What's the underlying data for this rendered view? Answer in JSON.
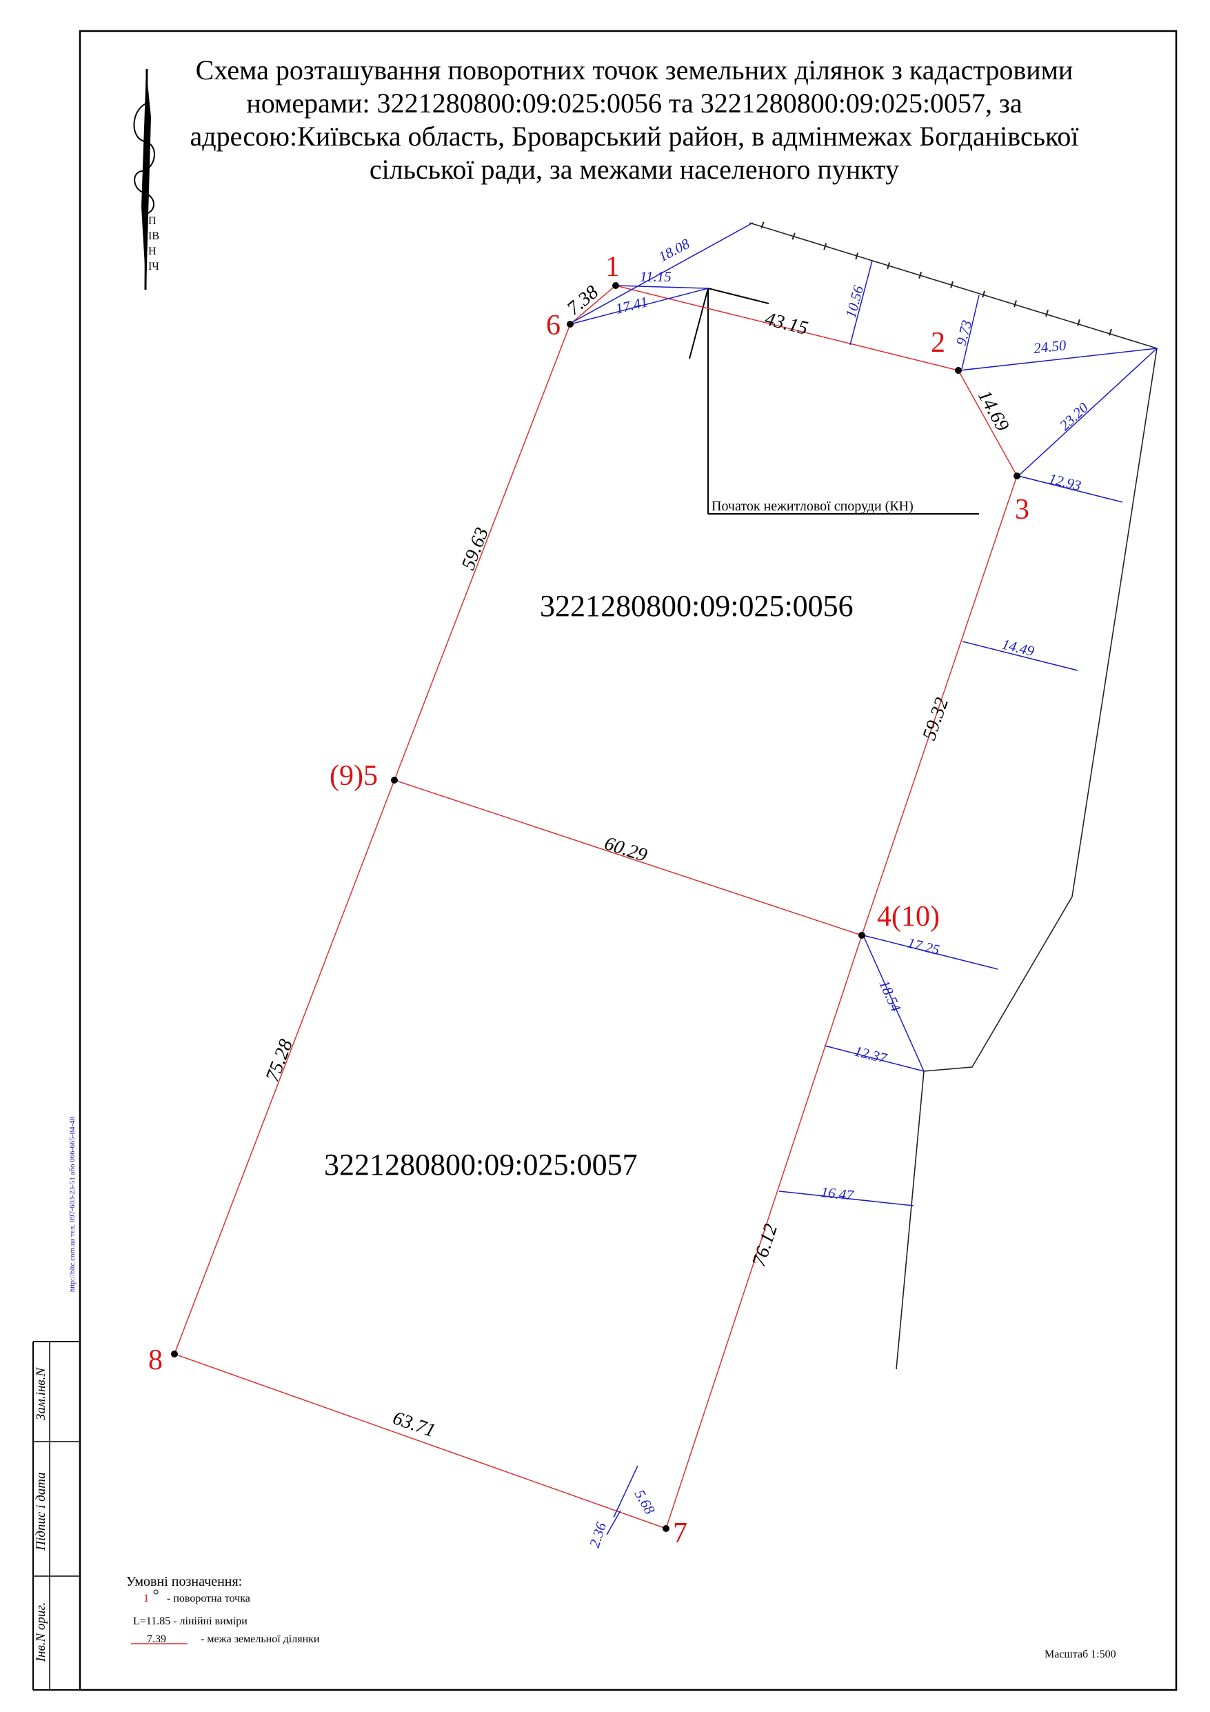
{
  "title": "Схема розташування поворотних точок земельних ділянок з кадастровими номерами: 3221280800:09:025:0056 та 3221280800:09:025:0057, за адресою:Київська область, Броварський район, в адмінмежах  Богданівської сільської ради, за межами населеного пункту",
  "north_arrow_label": "ПІВНІЧ",
  "parcels": [
    {
      "cadastral": "3221280800:09:025:0056"
    },
    {
      "cadastral": "3221280800:09:025:0057"
    }
  ],
  "points": [
    {
      "label": "1"
    },
    {
      "label": "2"
    },
    {
      "label": "3"
    },
    {
      "label": "4(10)"
    },
    {
      "label": "(9)5"
    },
    {
      "label": "6"
    },
    {
      "label": "7"
    },
    {
      "label": "8"
    }
  ],
  "boundary_lengths": {
    "p1_p2": "43.15",
    "p2_p3": "14.69",
    "p3_p4": "59.32",
    "p4_p5": "60.29",
    "p5_p6": "59.63",
    "p6_p1": "7.38",
    "p4_p7": "76.12",
    "p7_p8": "63.71",
    "p8_p5": "75.28"
  },
  "measurements": [
    "18.08",
    "11.15",
    "17.41",
    "10.56",
    "9.73",
    "24.50",
    "23.20",
    "12.93",
    "14.49",
    "17.25",
    "18.54",
    "12.37",
    "16.47",
    "5.68",
    "2.36"
  ],
  "building_note": "Початок нежитлової споруди (КН)",
  "legend": {
    "title": "Умовні позначення:",
    "point_sample": "1",
    "point_text": "- поворотна точка",
    "linear_sample": "L=11.85",
    "linear_text": "- лінійні виміри",
    "boundary_sample": "7.39",
    "boundary_text": "- межа земельної ділянки"
  },
  "scale": "Масштаб 1:500",
  "side_stamp": [
    "Інв.N ориг.",
    "Підпис і дата",
    "Зам.інв.N"
  ],
  "url_note": "http://bltc.com.ua тел. 097-603-23-51 або 066-665-84-48",
  "colors": {
    "boundary": "#e03030",
    "measure": "#1a1acc",
    "point_label": "#dd1111"
  }
}
